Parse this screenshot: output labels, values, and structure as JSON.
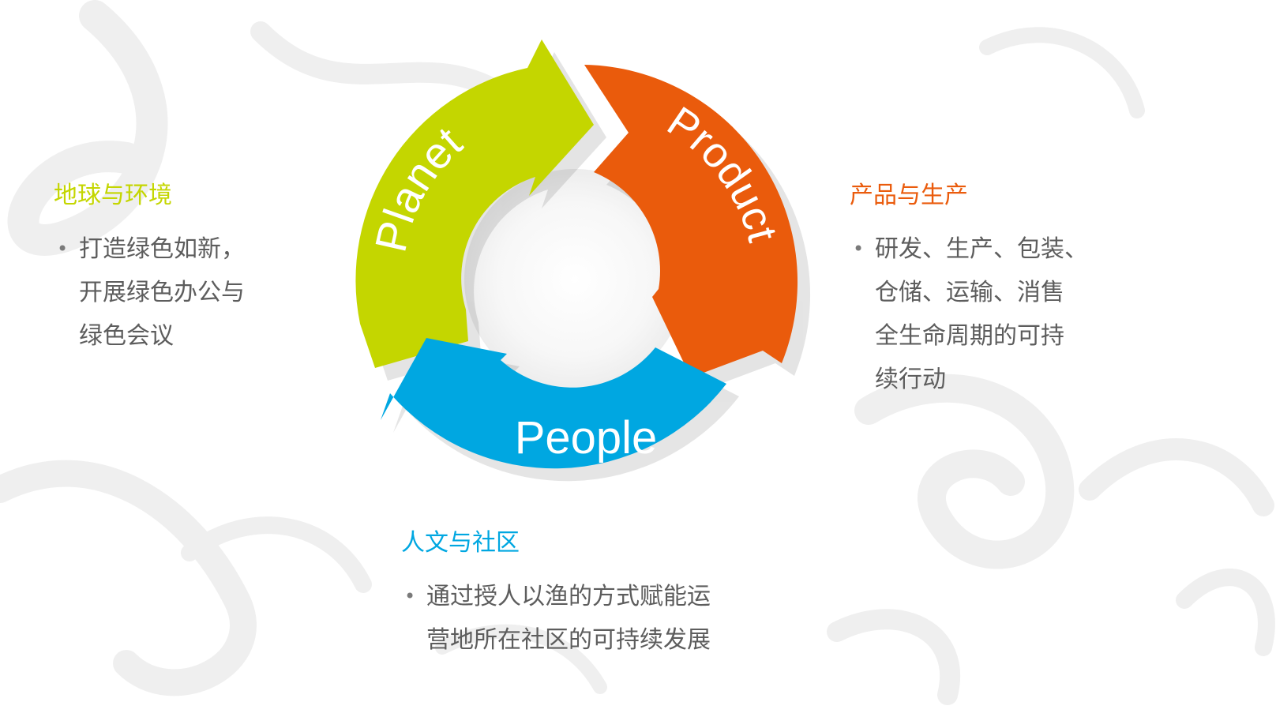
{
  "colors": {
    "planet": "#c4d600",
    "product": "#ea5b0c",
    "people": "#00a7e1",
    "body_text": "#5d5d5d",
    "background": "#ffffff"
  },
  "cycle": {
    "planet_label": "Planet",
    "product_label": "Product",
    "people_label": "People"
  },
  "planet": {
    "heading": "地球与环境",
    "lines": [
      "打造绿色如新，",
      "开展绿色办公与",
      "绿色会议"
    ]
  },
  "product": {
    "heading": "产品与生产",
    "lines": [
      "研发、生产、包装、",
      "仓储、运输、消售",
      "全生命周期的可持",
      "续行动"
    ]
  },
  "people": {
    "heading": "人文与社区",
    "lines": [
      "通过授人以渔的方式赋能运",
      "营地所在社区的可持续发展"
    ]
  }
}
